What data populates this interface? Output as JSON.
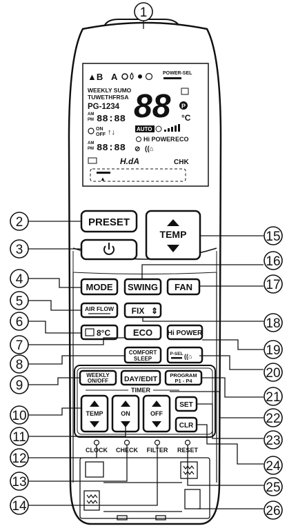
{
  "lcd": {
    "indicator_a": "▲B",
    "indicator_b": "A",
    "power_sel": "POWER-SEL",
    "weekly_line": "WEEKLY SUMO",
    "days_line": "TUWETHFRSA",
    "program": "PG-1234",
    "clock_top": "88:88",
    "clock_bottom": "88:88",
    "am": "AM",
    "pm": "PM",
    "on": "ON",
    "off": "OFF",
    "big_digits": "88",
    "p_badge": "P",
    "degree": "°C",
    "auto": "AUTO",
    "hi_power": "Hi POWER",
    "eco": "ECO",
    "hda": "H.dA",
    "chk": "CHK"
  },
  "buttons": {
    "preset": "PRESET",
    "temp": "TEMP",
    "mode": "MODE",
    "swing": "SWING",
    "fan": "FAN",
    "air_flow": "AIR FLOW",
    "fix": "FIX",
    "eight_c": "8°C",
    "eco": "ECO",
    "hi_power": "Hi POWER",
    "comfort_sleep_1": "COMFORT",
    "comfort_sleep_2": "SLEEP",
    "p_sel": "P-SEL",
    "weekly_1": "WEEKLY",
    "weekly_2": "ON/OFF",
    "day_edit": "DAY/EDIT",
    "program_1": "PROGRAM",
    "program_2": "P1 - P4",
    "timer": "TIMER",
    "timer_temp": "TEMP",
    "timer_on": "ON",
    "timer_off": "OFF",
    "set": "SET",
    "clr": "CLR"
  },
  "bottom_labels": {
    "clock": "CLOCK",
    "check": "CHECK",
    "filter": "FILTER",
    "reset": "RESET"
  },
  "callouts": [
    "1",
    "2",
    "3",
    "4",
    "5",
    "6",
    "7",
    "8",
    "9",
    "10",
    "11",
    "12",
    "13",
    "14",
    "15",
    "16",
    "17",
    "18",
    "19",
    "20",
    "21",
    "22",
    "23",
    "24",
    "25",
    "26"
  ]
}
